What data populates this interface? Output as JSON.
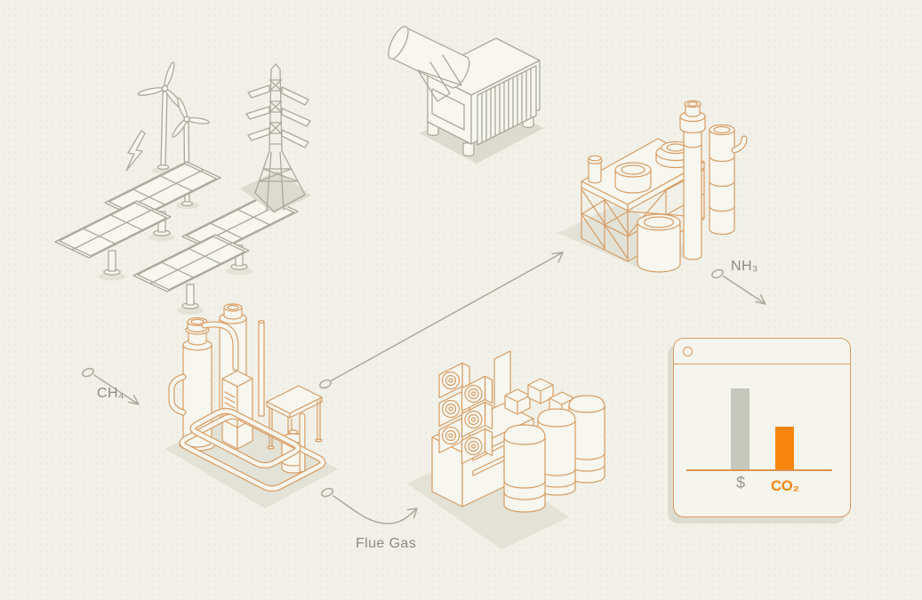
{
  "background": "#F1F1E9",
  "palette": {
    "line_gray": "#A9A99E",
    "line_orange": "#D79C63",
    "fill_cream": "#F7F6EF",
    "shadow_gray": "#DFDFD4",
    "accent_orange": "#F8850F",
    "bar_gray": "#C7C8BD",
    "text_gray": "#8B8B81",
    "card_border_orange": "#DC9B60"
  },
  "flow_labels": {
    "ch4": "CH₄",
    "nh3": "NH₃",
    "flue_gas": "Flue Gas"
  },
  "illustrations": [
    {
      "name": "wind-turbines-icon",
      "style": "gray-outline"
    },
    {
      "name": "lightning-bolt-icon",
      "style": "gray-outline"
    },
    {
      "name": "solar-panel-array-icon",
      "style": "gray-outline"
    },
    {
      "name": "transmission-tower-icon",
      "style": "gray-outline"
    },
    {
      "name": "generator-unit-icon",
      "style": "gray-outline"
    },
    {
      "name": "ammonia-plant-icon",
      "style": "orange-outline"
    },
    {
      "name": "methane-reformer-icon",
      "style": "orange-outline"
    },
    {
      "name": "carbon-capture-icon",
      "style": "orange-outline"
    }
  ],
  "chart_card": {
    "window_dot": true,
    "bars": [
      {
        "label": "$",
        "color": "#C7C8BD",
        "value": 100
      },
      {
        "label": "CO₂",
        "color": "#F8850F",
        "value": 53
      }
    ]
  },
  "chart_data": {
    "type": "bar",
    "categories": [
      "$",
      "CO₂"
    ],
    "values": [
      100,
      53
    ],
    "title": "",
    "xlabel": "",
    "ylabel": "",
    "ylim": [
      0,
      110
    ],
    "grid": false,
    "legend_position": "none"
  }
}
